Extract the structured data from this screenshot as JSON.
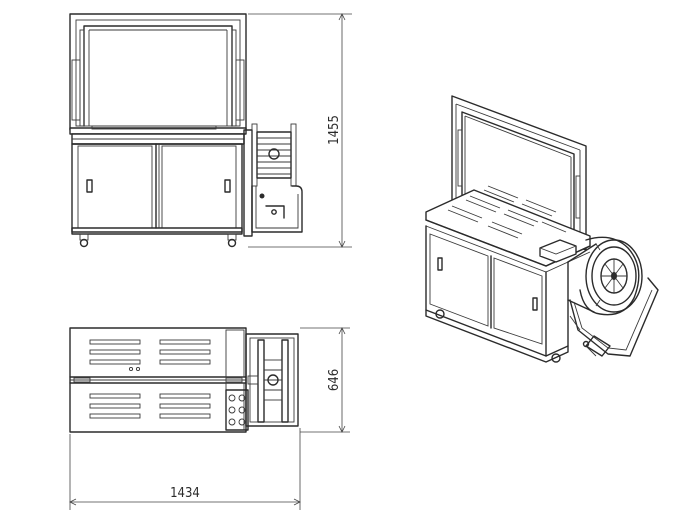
{
  "dimensions": {
    "height": "1455",
    "depth": "646",
    "width": "1434"
  },
  "colors": {
    "line": "#2b2b2b",
    "background": "#ffffff"
  }
}
